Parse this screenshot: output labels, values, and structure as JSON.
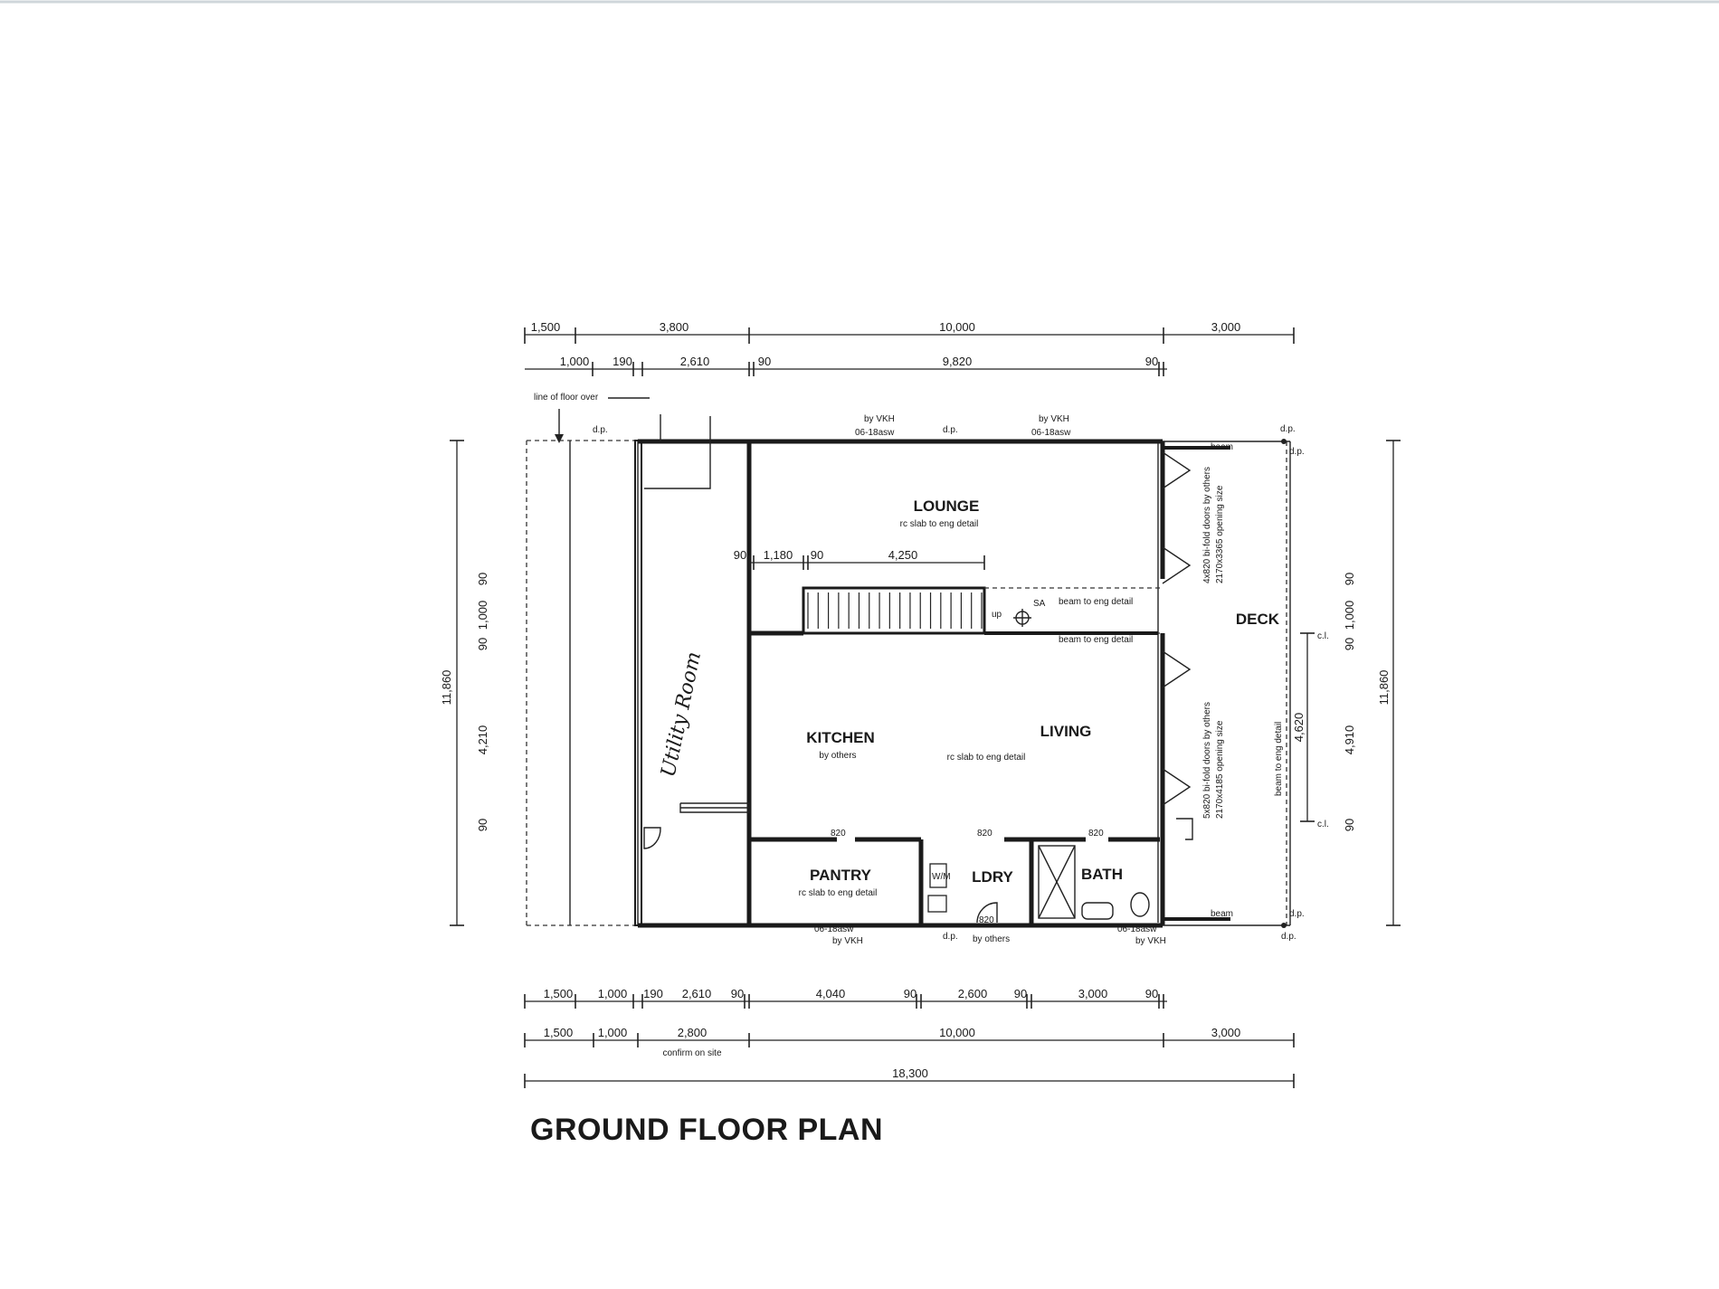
{
  "title": "GROUND FLOOR PLAN",
  "rooms": {
    "lounge": "LOUNGE",
    "kitchen": "KITCHEN",
    "living": "LIVING",
    "pantry": "PANTRY",
    "laundry": "LDRY",
    "bath": "BATH",
    "deck": "DECK",
    "utility": "Utility Room"
  },
  "notes": {
    "line_of_floor_over": "line of floor over",
    "dp": "d.p.",
    "beam": "beam",
    "by_vkh": "by VKH",
    "window_06_18": "06-18asw",
    "rc_slab": "rc slab to eng detail",
    "by_others": "by others",
    "beam_to_eng": "beam to eng detail",
    "sa": "SA",
    "up": "up",
    "bifold_top": "4x820 bi-fold doors by others",
    "bifold_top_size": "2170x3365 opening size",
    "bifold_bottom": "5x820 bi-fold doors by others",
    "bifold_bottom_size": "2170x4185 opening size",
    "cl": "c.l.",
    "confirm_on_site": "confirm on site",
    "door_820": "820",
    "wm": "W/M"
  },
  "dims": {
    "top_row1": [
      "1,500",
      "3,800",
      "10,000",
      "3,000"
    ],
    "top_row2": [
      "1,000",
      "190",
      "2,610",
      "90",
      "9,820",
      "90"
    ],
    "lounge_internal": [
      "90",
      "1,180",
      "90",
      "4,250"
    ],
    "left_total": "11,860",
    "left_parts": [
      "90",
      "1,000",
      "90",
      "4,210",
      "90"
    ],
    "right_total": "11,860",
    "right_parts": [
      "90",
      "1,000",
      "90",
      "4,910",
      "90",
      "4,620"
    ],
    "bottom_row1": [
      "1,500",
      "1,000",
      "190",
      "2,610",
      "90",
      "4,040",
      "90",
      "2,600",
      "90",
      "3,000",
      "90"
    ],
    "bottom_row2": [
      "1,500",
      "1,000",
      "2,800",
      "10,000",
      "3,000"
    ],
    "overall": "18,300"
  }
}
